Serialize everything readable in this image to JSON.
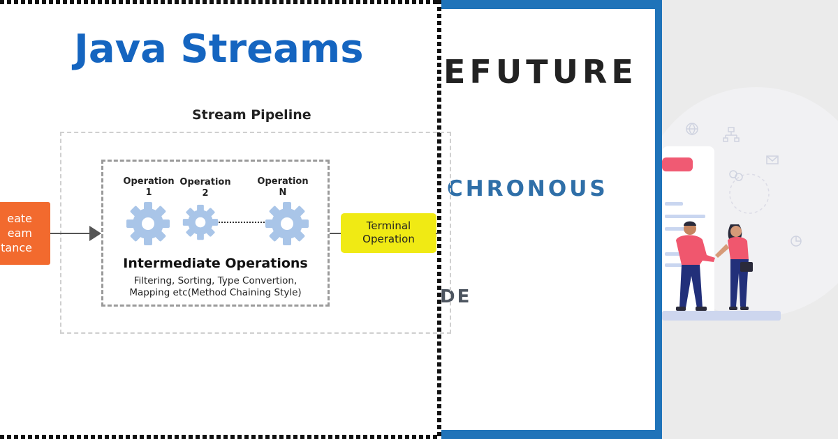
{
  "background_card": {
    "line_1": "EFUTURE",
    "line_2": "CHRONOUS",
    "line_3": "DE",
    "frame_color": "#1f73b9"
  },
  "diagram": {
    "title": "Java Streams",
    "pipeline_label": "Stream Pipeline",
    "create_box": {
      "lines": [
        "eate",
        "eam",
        "tance"
      ],
      "color": "#f26a2e"
    },
    "operations": [
      {
        "name": "Operation",
        "index": "1"
      },
      {
        "name": "Operation",
        "index": "2"
      },
      {
        "name": "Operation",
        "index": "N"
      }
    ],
    "intermediate": {
      "title": "Intermediate Operations",
      "description_lines": [
        "Filtering, Sorting, Type Convertion,",
        "Mapping etc(Method Chaining Style)"
      ]
    },
    "terminal": {
      "lines": [
        "Terminal",
        "Operation"
      ],
      "color": "#f0ea14"
    },
    "title_color": "#1565c0",
    "gear_color": "#a9c5e8"
  }
}
